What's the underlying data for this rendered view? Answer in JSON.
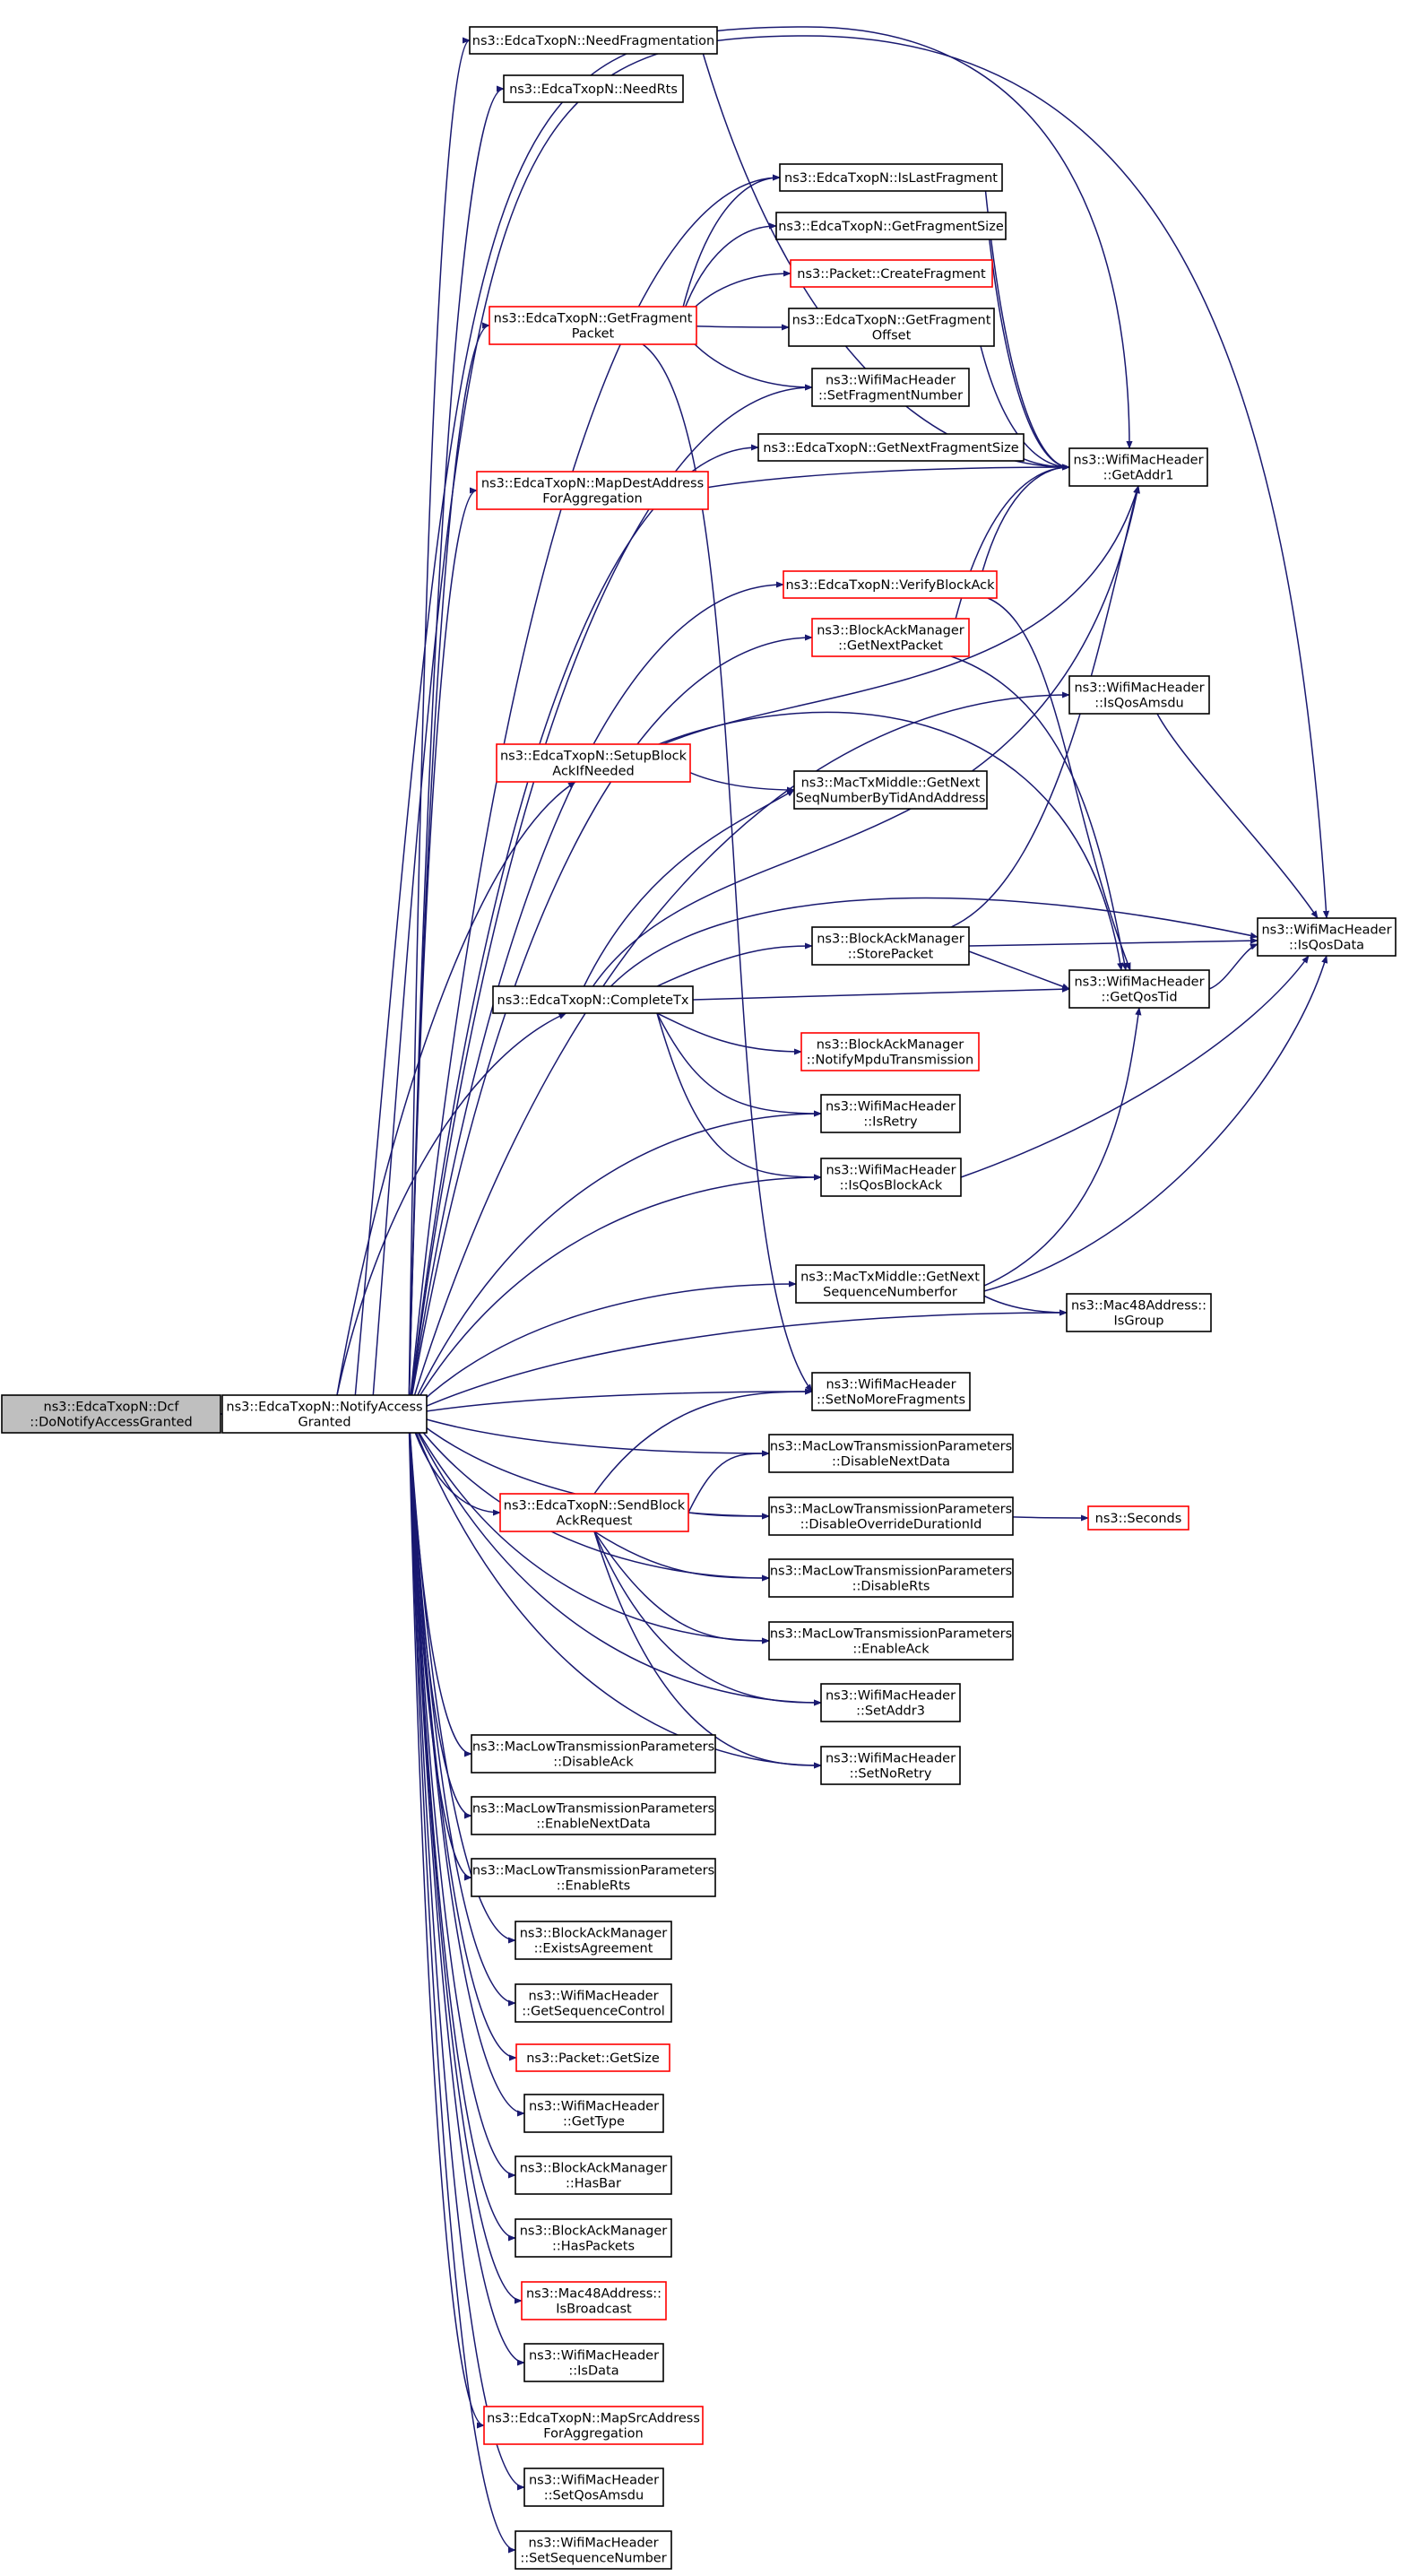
{
  "colors": {
    "edge": "#191970",
    "box_border": "#000000",
    "box_red": "#ff0000",
    "root_fill": "#bfbfbf",
    "box_fill": "#ffffff"
  },
  "nodes": {
    "root": {
      "lines": [
        "ns3::EdcaTxopN::Dcf",
        "::DoNotifyAccessGranted"
      ],
      "style": "root"
    },
    "nag": {
      "lines": [
        "ns3::EdcaTxopN::NotifyAccess",
        "Granted"
      ],
      "style": "normal"
    },
    "needFrag": {
      "lines": [
        "ns3::EdcaTxopN::NeedFragmentation"
      ],
      "style": "normal"
    },
    "needRts": {
      "lines": [
        "ns3::EdcaTxopN::NeedRts"
      ],
      "style": "normal"
    },
    "isLastFrag": {
      "lines": [
        "ns3::EdcaTxopN::IsLastFragment"
      ],
      "style": "normal"
    },
    "getFragSize": {
      "lines": [
        "ns3::EdcaTxopN::GetFragmentSize"
      ],
      "style": "normal"
    },
    "createFrag": {
      "lines": [
        "ns3::Packet::CreateFragment"
      ],
      "style": "red"
    },
    "getFragPacket": {
      "lines": [
        "ns3::EdcaTxopN::GetFragment",
        "Packet"
      ],
      "style": "red"
    },
    "getFragOffset": {
      "lines": [
        "ns3::EdcaTxopN::GetFragment",
        "Offset"
      ],
      "style": "normal"
    },
    "setFragNum": {
      "lines": [
        "ns3::WifiMacHeader",
        "::SetFragmentNumber"
      ],
      "style": "normal"
    },
    "getNextFragSize": {
      "lines": [
        "ns3::EdcaTxopN::GetNextFragmentSize"
      ],
      "style": "normal"
    },
    "getAddr1": {
      "lines": [
        "ns3::WifiMacHeader",
        "::GetAddr1"
      ],
      "style": "normal"
    },
    "mapDest": {
      "lines": [
        "ns3::EdcaTxopN::MapDestAddress",
        "ForAggregation"
      ],
      "style": "red"
    },
    "verifyBA": {
      "lines": [
        "ns3::EdcaTxopN::VerifyBlockAck"
      ],
      "style": "red"
    },
    "getNextPacket": {
      "lines": [
        "ns3::BlockAckManager",
        "::GetNextPacket"
      ],
      "style": "red"
    },
    "isQosAmsdu": {
      "lines": [
        "ns3::WifiMacHeader",
        "::IsQosAmsdu"
      ],
      "style": "normal"
    },
    "setupBA": {
      "lines": [
        "ns3::EdcaTxopN::SetupBlock",
        "AckIfNeeded"
      ],
      "style": "red"
    },
    "getNextSeqTid": {
      "lines": [
        "ns3::MacTxMiddle::GetNext",
        "SeqNumberByTidAndAddress"
      ],
      "style": "normal"
    },
    "isQosData": {
      "lines": [
        "ns3::WifiMacHeader",
        "::IsQosData"
      ],
      "style": "normal"
    },
    "storePacket": {
      "lines": [
        "ns3::BlockAckManager",
        "::StorePacket"
      ],
      "style": "normal"
    },
    "completeTx": {
      "lines": [
        "ns3::EdcaTxopN::CompleteTx"
      ],
      "style": "normal"
    },
    "getQosTid": {
      "lines": [
        "ns3::WifiMacHeader",
        "::GetQosTid"
      ],
      "style": "normal"
    },
    "notifyMpdu": {
      "lines": [
        "ns3::BlockAckManager",
        "::NotifyMpduTransmission"
      ],
      "style": "red"
    },
    "isRetry": {
      "lines": [
        "ns3::WifiMacHeader",
        "::IsRetry"
      ],
      "style": "normal"
    },
    "isQosBA": {
      "lines": [
        "ns3::WifiMacHeader",
        "::IsQosBlockAck"
      ],
      "style": "normal"
    },
    "getNextSeqFor": {
      "lines": [
        "ns3::MacTxMiddle::GetNext",
        "SequenceNumberfor"
      ],
      "style": "normal"
    },
    "isGroup": {
      "lines": [
        "ns3::Mac48Address::",
        "IsGroup"
      ],
      "style": "normal"
    },
    "setNoMoreFrag": {
      "lines": [
        "ns3::WifiMacHeader",
        "::SetNoMoreFragments"
      ],
      "style": "normal"
    },
    "disableNextData": {
      "lines": [
        "ns3::MacLowTransmissionParameters",
        "::DisableNextData"
      ],
      "style": "normal"
    },
    "sendBAR": {
      "lines": [
        "ns3::EdcaTxopN::SendBlock",
        "AckRequest"
      ],
      "style": "red"
    },
    "disableOverride": {
      "lines": [
        "ns3::MacLowTransmissionParameters",
        "::DisableOverrideDurationId"
      ],
      "style": "normal"
    },
    "seconds": {
      "lines": [
        "ns3::Seconds"
      ],
      "style": "red"
    },
    "disableRts": {
      "lines": [
        "ns3::MacLowTransmissionParameters",
        "::DisableRts"
      ],
      "style": "normal"
    },
    "enableAck": {
      "lines": [
        "ns3::MacLowTransmissionParameters",
        "::EnableAck"
      ],
      "style": "normal"
    },
    "setAddr3": {
      "lines": [
        "ns3::WifiMacHeader",
        "::SetAddr3"
      ],
      "style": "normal"
    },
    "disableAck": {
      "lines": [
        "ns3::MacLowTransmissionParameters",
        "::DisableAck"
      ],
      "style": "normal"
    },
    "setNoRetry": {
      "lines": [
        "ns3::WifiMacHeader",
        "::SetNoRetry"
      ],
      "style": "normal"
    },
    "enableNextData": {
      "lines": [
        "ns3::MacLowTransmissionParameters",
        "::EnableNextData"
      ],
      "style": "normal"
    },
    "enableRts": {
      "lines": [
        "ns3::MacLowTransmissionParameters",
        "::EnableRts"
      ],
      "style": "normal"
    },
    "existsAgreement": {
      "lines": [
        "ns3::BlockAckManager",
        "::ExistsAgreement"
      ],
      "style": "normal"
    },
    "getSeqCtrl": {
      "lines": [
        "ns3::WifiMacHeader",
        "::GetSequenceControl"
      ],
      "style": "normal"
    },
    "getSize": {
      "lines": [
        "ns3::Packet::GetSize"
      ],
      "style": "red"
    },
    "getType": {
      "lines": [
        "ns3::WifiMacHeader",
        "::GetType"
      ],
      "style": "normal"
    },
    "hasBar": {
      "lines": [
        "ns3::BlockAckManager",
        "::HasBar"
      ],
      "style": "normal"
    },
    "hasPackets": {
      "lines": [
        "ns3::BlockAckManager",
        "::HasPackets"
      ],
      "style": "normal"
    },
    "isBroadcast": {
      "lines": [
        "ns3::Mac48Address::",
        "IsBroadcast"
      ],
      "style": "red"
    },
    "isData": {
      "lines": [
        "ns3::WifiMacHeader",
        "::IsData"
      ],
      "style": "normal"
    },
    "mapSrc": {
      "lines": [
        "ns3::EdcaTxopN::MapSrcAddress",
        "ForAggregation"
      ],
      "style": "red"
    },
    "setQosAmsdu": {
      "lines": [
        "ns3::WifiMacHeader",
        "::SetQosAmsdu"
      ],
      "style": "normal"
    },
    "setSeqNum": {
      "lines": [
        "ns3::WifiMacHeader",
        "::SetSequenceNumber"
      ],
      "style": "normal"
    }
  },
  "edges": [
    [
      "root",
      "nag"
    ],
    [
      "nag",
      "needFrag"
    ],
    [
      "nag",
      "needRts"
    ],
    [
      "nag",
      "isLastFrag"
    ],
    [
      "nag",
      "getFragPacket"
    ],
    [
      "nag",
      "setFragNum"
    ],
    [
      "nag",
      "getNextFragSize"
    ],
    [
      "nag",
      "mapDest"
    ],
    [
      "nag",
      "verifyBA"
    ],
    [
      "nag",
      "getNextPacket"
    ],
    [
      "nag",
      "isQosAmsdu"
    ],
    [
      "nag",
      "setupBA"
    ],
    [
      "nag",
      "completeTx"
    ],
    [
      "nag",
      "isRetry"
    ],
    [
      "nag",
      "isQosBA"
    ],
    [
      "nag",
      "getNextSeqFor"
    ],
    [
      "nag",
      "isGroup"
    ],
    [
      "nag",
      "setNoMoreFrag"
    ],
    [
      "nag",
      "disableNextData"
    ],
    [
      "nag",
      "sendBAR"
    ],
    [
      "nag",
      "disableOverride"
    ],
    [
      "nag",
      "disableRts"
    ],
    [
      "nag",
      "enableAck"
    ],
    [
      "nag",
      "setAddr3"
    ],
    [
      "nag",
      "setNoRetry"
    ],
    [
      "nag",
      "disableAck"
    ],
    [
      "nag",
      "enableNextData"
    ],
    [
      "nag",
      "enableRts"
    ],
    [
      "nag",
      "existsAgreement"
    ],
    [
      "nag",
      "getSeqCtrl"
    ],
    [
      "nag",
      "getSize"
    ],
    [
      "nag",
      "getType"
    ],
    [
      "nag",
      "hasBar"
    ],
    [
      "nag",
      "hasPackets"
    ],
    [
      "nag",
      "isBroadcast"
    ],
    [
      "nag",
      "isData"
    ],
    [
      "nag",
      "mapSrc"
    ],
    [
      "nag",
      "setQosAmsdu"
    ],
    [
      "nag",
      "setSeqNum"
    ],
    [
      "nag",
      "isQosData"
    ],
    [
      "nag",
      "getAddr1"
    ],
    [
      "needFrag",
      "getAddr1"
    ],
    [
      "isLastFrag",
      "getAddr1"
    ],
    [
      "getFragSize",
      "getAddr1"
    ],
    [
      "getFragOffset",
      "getAddr1"
    ],
    [
      "getNextFragSize",
      "getAddr1"
    ],
    [
      "mapDest",
      "getAddr1"
    ],
    [
      "getFragPacket",
      "isLastFrag"
    ],
    [
      "getFragPacket",
      "getFragSize"
    ],
    [
      "getFragPacket",
      "createFrag"
    ],
    [
      "getFragPacket",
      "getFragOffset"
    ],
    [
      "getFragPacket",
      "setFragNum"
    ],
    [
      "getFragPacket",
      "setNoMoreFrag"
    ],
    [
      "verifyBA",
      "getAddr1"
    ],
    [
      "verifyBA",
      "getQosTid"
    ],
    [
      "getNextPacket",
      "getAddr1"
    ],
    [
      "getNextPacket",
      "getQosTid"
    ],
    [
      "isQosAmsdu",
      "isQosData"
    ],
    [
      "setupBA",
      "getAddr1"
    ],
    [
      "setupBA",
      "getQosTid"
    ],
    [
      "setupBA",
      "getNextSeqTid"
    ],
    [
      "completeTx",
      "getNextSeqTid"
    ],
    [
      "completeTx",
      "getAddr1"
    ],
    [
      "completeTx",
      "isQosData"
    ],
    [
      "completeTx",
      "storePacket"
    ],
    [
      "completeTx",
      "getQosTid"
    ],
    [
      "completeTx",
      "notifyMpdu"
    ],
    [
      "completeTx",
      "isRetry"
    ],
    [
      "completeTx",
      "isQosBA"
    ],
    [
      "storePacket",
      "isQosData"
    ],
    [
      "storePacket",
      "getQosTid"
    ],
    [
      "storePacket",
      "getAddr1"
    ],
    [
      "getQosTid",
      "isQosData"
    ],
    [
      "isQosBA",
      "isQosData"
    ],
    [
      "getNextSeqFor",
      "isQosData"
    ],
    [
      "getNextSeqFor",
      "getQosTid"
    ],
    [
      "getNextSeqFor",
      "isGroup"
    ],
    [
      "sendBAR",
      "setNoMoreFrag"
    ],
    [
      "sendBAR",
      "disableNextData"
    ],
    [
      "sendBAR",
      "disableOverride"
    ],
    [
      "sendBAR",
      "disableRts"
    ],
    [
      "sendBAR",
      "enableAck"
    ],
    [
      "sendBAR",
      "setAddr3"
    ],
    [
      "sendBAR",
      "setNoRetry"
    ],
    [
      "disableOverride",
      "seconds"
    ]
  ]
}
